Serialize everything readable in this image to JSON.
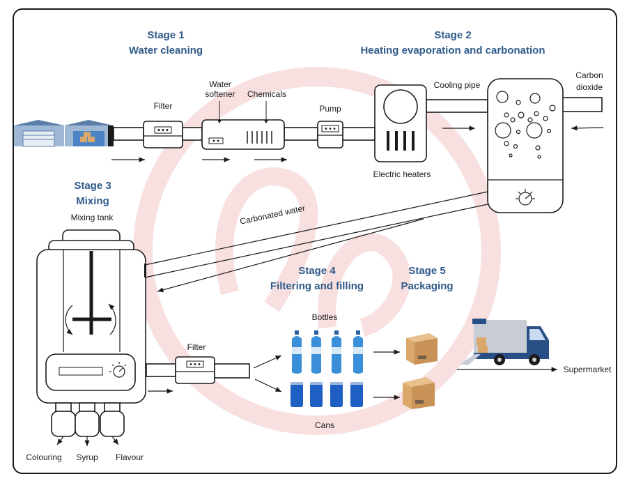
{
  "stages": {
    "s1_num": "Stage 1",
    "s1_name": "Water cleaning",
    "s2_num": "Stage 2",
    "s2_name": "Heating evaporation and carbonation",
    "s3_num": "Stage 3",
    "s3_name": "Mixing",
    "s4_num": "Stage 4",
    "s4_name": "Filtering and filling",
    "s5_num": "Stage 5",
    "s5_name": "Packaging"
  },
  "labels": {
    "filter_top": "Filter",
    "water_softener_1": "Water",
    "water_softener_2": "softener",
    "chemicals": "Chemicals",
    "pump": "Pump",
    "cooling_pipe": "Cooling pipe",
    "carbon_dioxide_1": "Carbon",
    "carbon_dioxide_2": "dioxide",
    "electric_heaters": "Electric heaters",
    "carbonated_water": "Carbonated water",
    "mixing_tank": "Mixing tank",
    "filter_bottom": "Filter",
    "bottles": "Bottles",
    "cans": "Cans",
    "supermarket": "Supermarket",
    "colouring": "Colouring",
    "syrup": "Syrup",
    "flavour": "Flavour"
  },
  "colors": {
    "stage_title": "#2f5a8a",
    "watermark": "#f3c7c7",
    "bottle_blue": "#3a8fd8",
    "can_blue": "#1f5fc4",
    "box_brown": "#d9a86a",
    "truck_blue": "#2a4f86",
    "warehouse_blue": "#4b83c4"
  }
}
